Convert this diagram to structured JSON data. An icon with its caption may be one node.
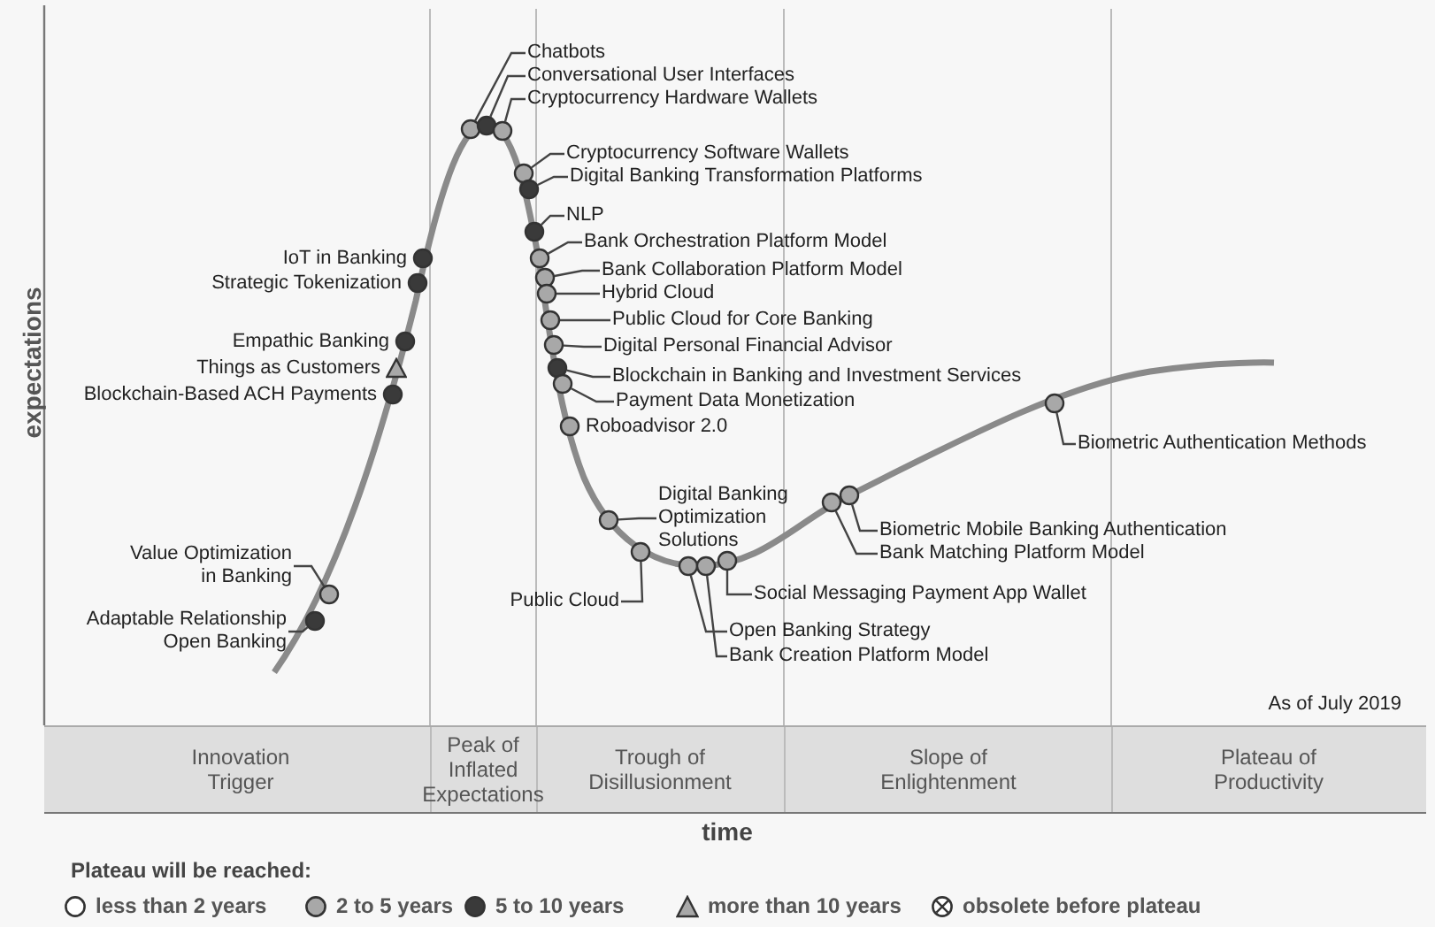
{
  "diagram": {
    "nodes": [
      {
        "text": [
          "Chatbots"
        ]
      },
      {
        "text": [],
        "shape": "circle"
      },
      {
        "text": [
          "Conversational User Interfaces"
        ]
      },
      {
        "text": [],
        "shape": "circle"
      },
      {
        "text": [
          "Cryptocurrency Hardware Wallets"
        ]
      },
      {
        "text": [],
        "shape": "circle"
      },
      {
        "text": [
          "Cryptocurrency Software Wallets"
        ]
      },
      {
        "text": [],
        "shape": "circle"
      },
      {
        "text": [
          "Digital Banking Transformation Platforms"
        ]
      },
      {
        "text": [],
        "shape": "circle"
      },
      {
        "text": [
          "NLP"
        ]
      },
      {
        "text": [],
        "shape": "circle"
      },
      {
        "text": [
          "Bank Orchestration Platform Model"
        ]
      },
      {
        "text": [],
        "shape": "circle"
      },
      {
        "text": [
          "Bank Collaboration Platform Model"
        ]
      },
      {
        "text": [],
        "shape": "circle"
      },
      {
        "text": [
          "Hybrid Cloud"
        ]
      },
      {
        "text": [],
        "shape": "circle"
      },
      {
        "text": [
          "Public Cloud for Core Banking"
        ]
      },
      {
        "text": [],
        "shape": "circle"
      },
      {
        "text": [
          "Digital Personal Financial Advisor"
        ]
      },
      {
        "text": [],
        "shape": "circle"
      },
      {
        "text": [
          "Blockchain in Banking and Investment Services"
        ]
      },
      {
        "text": [],
        "shape": "circle"
      },
      {
        "text": [
          "Payment Data Monetization"
        ]
      },
      {
        "text": [],
        "shape": "circle"
      },
      {
        "text": [],
        "shape": "circle",
        "beside": [
          "Roboadvisor 2.0"
        ]
      },
      {
        "text": [],
        "shape": "circle",
        "beside": [
          "IoT in Banking"
        ]
      },
      {
        "text": [],
        "shape": "circle",
        "beside": [
          "Strategic Tokenization"
        ]
      },
      {
        "text": [],
        "shape": "circle",
        "beside": [
          "Empathic Banking"
        ]
      },
      {
        "text": [],
        "shape": "triangle",
        "beside": [
          "Things as Customers"
        ]
      },
      {
        "text": [],
        "shape": "circle",
        "beside": [
          "Blockchain-Based ACH Payments"
        ]
      },
      {
        "text": [
          "Biometric Authentication Methods"
        ]
      },
      {
        "text": [],
        "shape": "circle"
      },
      {
        "text": [
          "Digital Banking Optimization Solutions"
        ]
      },
      {
        "text": [],
        "shape": "circle"
      },
      {
        "text": [
          "Biometric Mobile Banking Authentication"
        ]
      },
      {
        "text": [],
        "shape": "circle"
      },
      {
        "text": [
          "Bank Matching Platform Model"
        ]
      },
      {
        "text": [],
        "shape": "circle"
      },
      {
        "text": [
          "Value Optimization in Banking"
        ]
      },
      {
        "text": [],
        "shape": "circle"
      },
      {
        "text": [
          "Public Cloud"
        ]
      },
      {
        "text": [],
        "shape": "circle"
      },
      {
        "text": [
          "Social Messaging Payment App Wallet"
        ]
      },
      {
        "text": [],
        "shape": "circle"
      },
      {
        "text": [
          "Adaptable Relationship Open Banking"
        ]
      },
      {
        "text": [],
        "shape": "circle"
      },
      {
        "text": [
          "Open Banking Strategy"
        ]
      },
      {
        "text": [],
        "shape": "circle"
      },
      {
        "text": [
          "Bank Creation Platform Model"
        ]
      },
      {
        "text": [],
        "shape": "circle"
      }
    ],
    "edges": [
      {
        "from": 0,
        "to": 1,
        "arrow": "none"
      },
      {
        "from": 2,
        "to": 3,
        "arrow": "none"
      },
      {
        "from": 4,
        "to": 5,
        "arrow": "none"
      },
      {
        "from": 6,
        "to": 7,
        "arrow": "none"
      },
      {
        "from": 8,
        "to": 9,
        "arrow": "none"
      },
      {
        "from": 10,
        "to": 11,
        "arrow": "none"
      },
      {
        "from": 12,
        "to": 13,
        "arrow": "none"
      },
      {
        "from": 14,
        "to": 15,
        "arrow": "none"
      },
      {
        "from": 16,
        "to": 17,
        "arrow": "none"
      },
      {
        "from": 18,
        "to": 19,
        "arrow": "none"
      },
      {
        "from": 20,
        "to": 21,
        "arrow": "none"
      },
      {
        "from": 22,
        "to": 23,
        "arrow": "none"
      },
      {
        "from": 24,
        "to": 25,
        "arrow": "none"
      },
      {
        "from": 32,
        "to": 33,
        "arrow": "none"
      },
      {
        "from": 34,
        "to": 35,
        "arrow": "none"
      },
      {
        "from": 36,
        "to": 37,
        "arrow": "none"
      },
      {
        "from": 38,
        "to": 39,
        "arrow": "none"
      },
      {
        "from": 40,
        "to": 41,
        "arrow": "none"
      },
      {
        "from": 42,
        "to": 43,
        "arrow": "none"
      },
      {
        "from": 44,
        "to": 45,
        "arrow": "none"
      },
      {
        "from": 46,
        "to": 47,
        "arrow": "none"
      },
      {
        "from": 48,
        "to": 49,
        "arrow": "none"
      },
      {
        "from": 50,
        "to": 51,
        "arrow": "none"
      }
    ],
    "labels": [
      "expectations",
      "As of July 2019",
      "Innovation Trigger",
      "Peak of Inflated Expectations",
      "Trough of Disillusionment",
      "Slope of Enlightenment",
      "Plateau of Productivity",
      "time",
      "Plateau will be reached:"
    ],
    "legend": [
      {
        "text": "less than 2 years",
        "color": "#ffffff"
      },
      {
        "text": "2 to 5 years",
        "color": "#a8a8a8"
      },
      {
        "text": "5 to 10 years",
        "color": "#3a3a3a"
      },
      {
        "text": "more than 10 years"
      },
      {
        "text": "obsolete before plateau"
      }
    ]
  }
}
